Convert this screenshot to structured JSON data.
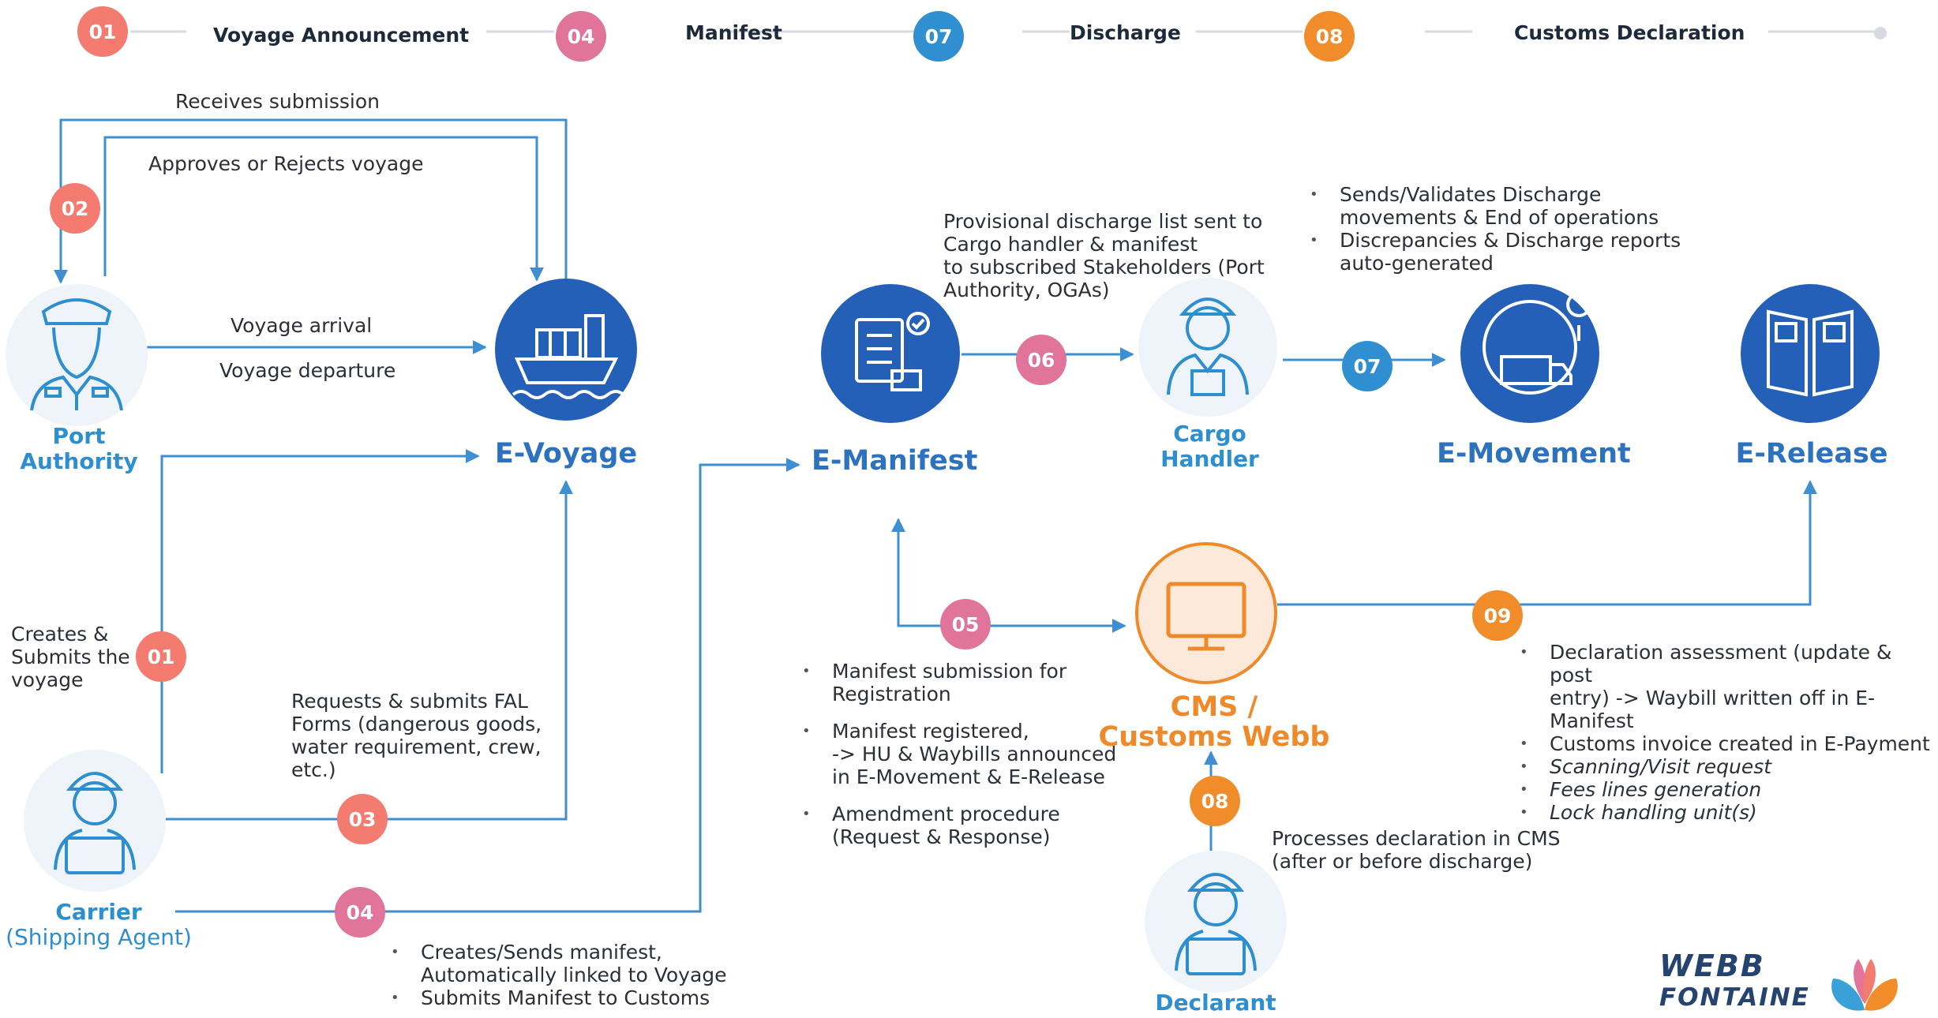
{
  "colors": {
    "blue": "#2c72bf",
    "orange": "#ef8a2b",
    "red": "#f47b6f",
    "pink": "#e07499",
    "cyan": "#2f8fd0",
    "line": "#3d8fd1"
  },
  "steps": [
    {
      "num": "01",
      "label": "Voyage Announcement"
    },
    {
      "num": "04",
      "label": "Manifest"
    },
    {
      "num": "07",
      "label": "Discharge"
    },
    {
      "num": "08",
      "label": "Customs Declaration"
    }
  ],
  "actors": {
    "port_authority": [
      "Port",
      "Authority"
    ],
    "carrier": [
      "Carrier",
      "(Shipping Agent)"
    ],
    "cargo_handler": [
      "Cargo",
      "Handler"
    ],
    "declarant": "Declarant"
  },
  "systems": {
    "evoyage": "E-Voyage",
    "emanifest": "E-Manifest",
    "emovement": "E-Movement",
    "erelease": "E-Release",
    "cms": [
      "CMS /",
      "Customs Webb"
    ]
  },
  "badges": {
    "b02": "02",
    "b01": "01",
    "b03": "03",
    "b04": "04",
    "b06": "06",
    "b07": "07",
    "b05": "05",
    "b09": "09",
    "b08": "08"
  },
  "labels": {
    "receives": "Receives submission",
    "approves": "Approves or Rejects voyage",
    "arrival": "Voyage arrival",
    "departure": "Voyage departure",
    "creates": [
      "Creates &",
      "Submits the",
      "voyage"
    ],
    "fal": [
      "Requests & submits FAL",
      "Forms (dangerous goods,",
      "water requirement, crew,",
      "etc.)"
    ],
    "provisional": [
      "Provisional discharge list sent to",
      "Cargo handler & manifest",
      "to subscribed Stakeholders (Port",
      "Authority, OGAs)"
    ],
    "processes": [
      "Processes declaration in CMS",
      "(after or before discharge)"
    ]
  },
  "bullets": {
    "discharge": [
      [
        "Sends/Validates Discharge",
        "movements & End of operations"
      ],
      [
        "Discrepancies & Discharge reports",
        "auto-generated"
      ]
    ],
    "manifest_sub": [
      [
        "Manifest submission for",
        "Registration"
      ],
      [
        "Manifest registered,",
        "-> HU & Waybills announced",
        "in E-Movement & E-Release"
      ],
      [
        "Amendment procedure",
        "(Request & Response)"
      ]
    ],
    "declaration": [
      [
        "Declaration assessment (update & post",
        "entry) -> Waybill written off in E-",
        "Manifest"
      ],
      [
        "Customs invoice created in E-Payment"
      ],
      [
        "Scanning/Visit request"
      ],
      [
        "Fees lines generation"
      ],
      [
        "Lock handling unit(s)"
      ]
    ],
    "carrier_manifest": [
      [
        "Creates/Sends manifest,",
        "Automatically linked to Voyage"
      ],
      [
        "Submits Manifest to Customs"
      ]
    ]
  },
  "logo": [
    "WEBB",
    "FONTAINE"
  ]
}
